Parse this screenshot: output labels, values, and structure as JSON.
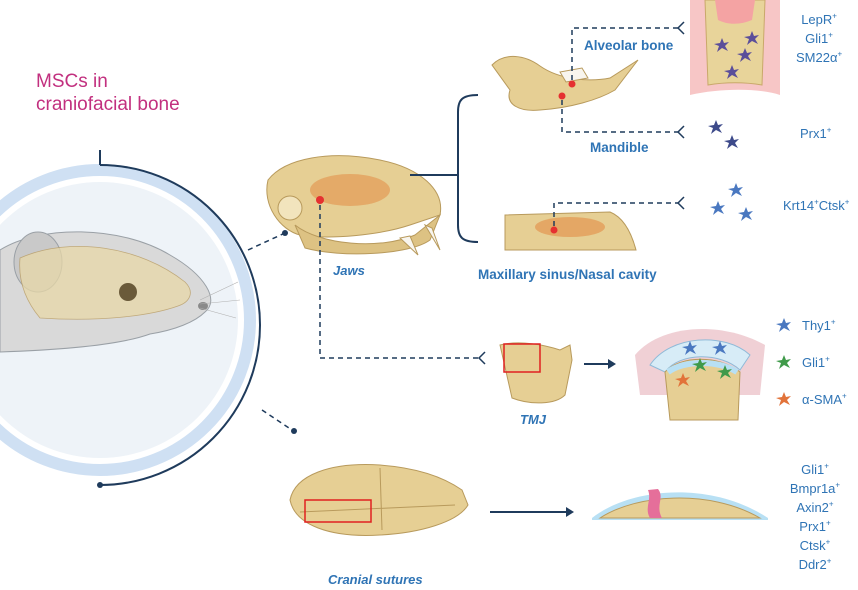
{
  "title": {
    "line1": "MSCs in",
    "line2": "craniofacial bone"
  },
  "regions": {
    "jaws": "Jaws",
    "tmj": "TMJ",
    "sutures": "Cranial sutures"
  },
  "sites": {
    "alveolar": "Alveolar bone",
    "mandible": "Mandible",
    "sinus": "Maxillary sinus/Nasal cavity"
  },
  "markers": {
    "alveolar": [
      {
        "name": "LepR",
        "sup": "+"
      },
      {
        "name": "Gli1",
        "sup": "+"
      },
      {
        "name": "SM22α",
        "sup": "+"
      }
    ],
    "mandible": [
      {
        "name": "Prx1",
        "sup": "+"
      }
    ],
    "sinus": {
      "a": "Krt14",
      "b": "Ctsk",
      "sup": "+"
    },
    "tmj": [
      {
        "name": "Thy1",
        "sup": "+"
      },
      {
        "name": "Gli1",
        "sup": "+"
      },
      {
        "name": "α-SMA",
        "sup": "+"
      }
    ],
    "sutures": [
      {
        "name": "Gli1",
        "sup": "+"
      },
      {
        "name": "Bmpr1a",
        "sup": "+"
      },
      {
        "name": "Axin2",
        "sup": "+"
      },
      {
        "name": "Prx1",
        "sup": "+"
      },
      {
        "name": "Ctsk",
        "sup": "+"
      },
      {
        "name": "Ddr2",
        "sup": "+"
      }
    ]
  },
  "colors": {
    "title": "#c2307f",
    "label": "#2f74b5",
    "bone": "#e6cf94",
    "bone_stroke": "#b89a5c",
    "connector": "#1f3b5c",
    "ring": "#cfe0f3",
    "highlight_box": "#e02020",
    "point": "#e53030",
    "cell_purple": "#5b4e9a",
    "cell_blue": "#4a78c0",
    "cell_green": "#3f9a4a",
    "cell_orange": "#e2733a"
  }
}
